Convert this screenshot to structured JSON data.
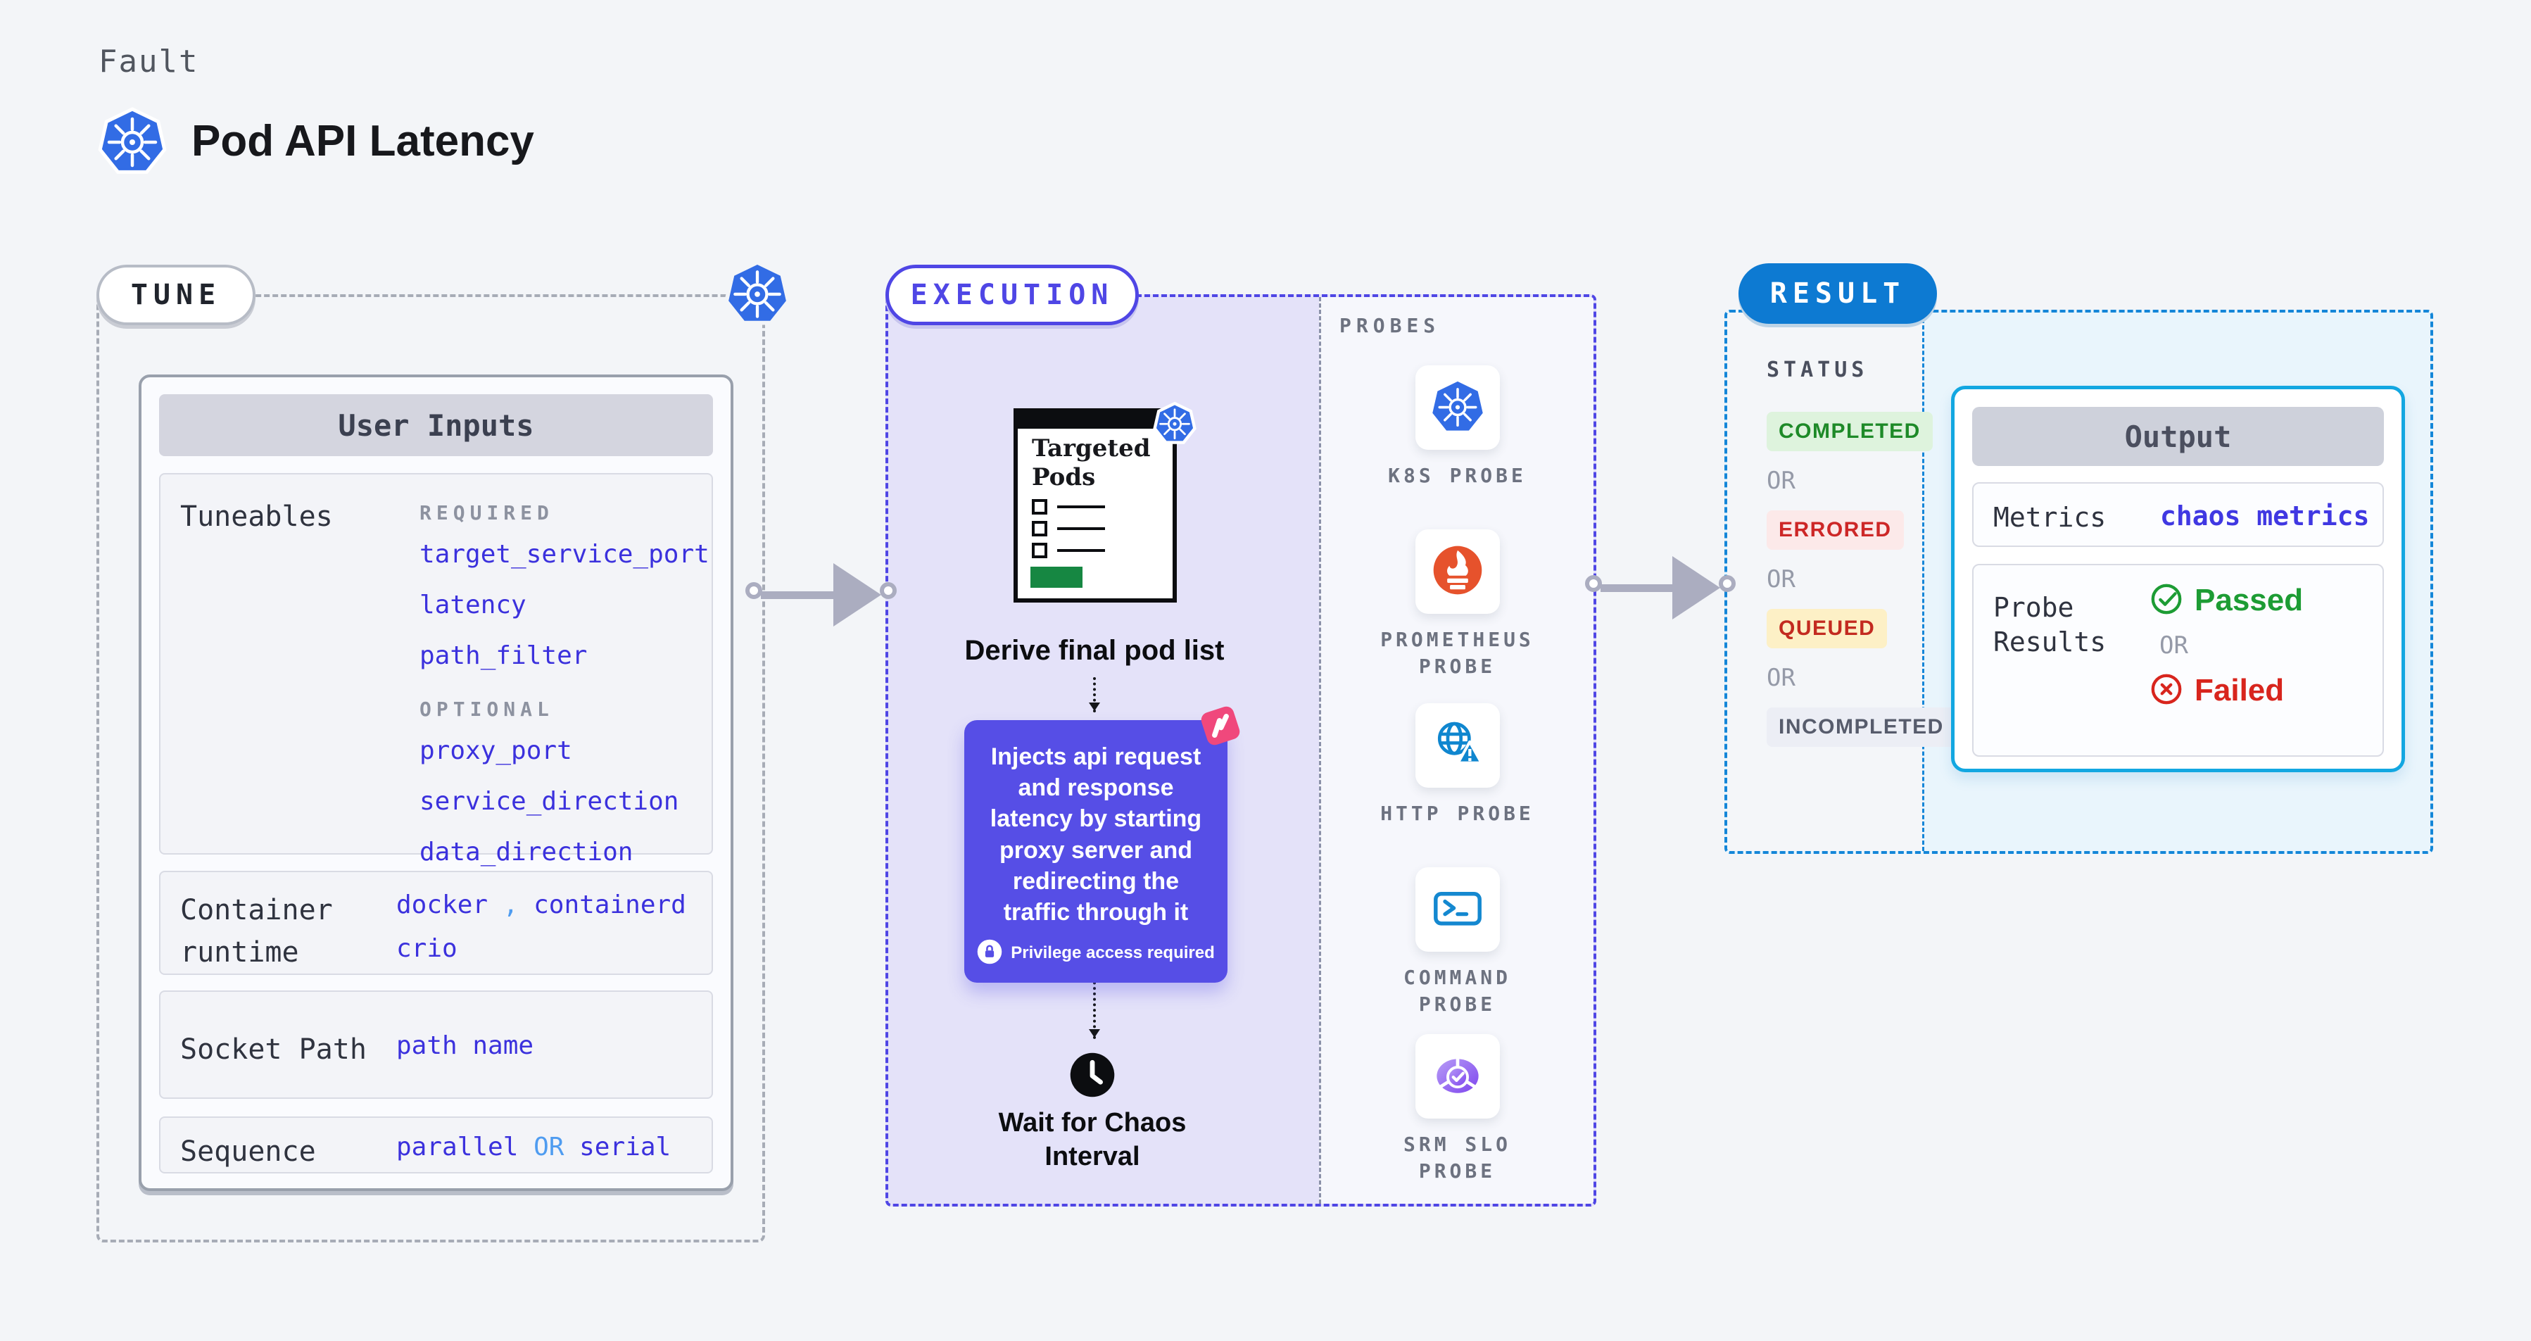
{
  "header": {
    "eyebrow": "Fault",
    "title": "Pod API Latency"
  },
  "tune": {
    "label": "TUNE",
    "user_inputs": {
      "title": "User Inputs",
      "tuneables": {
        "label": "Tuneables",
        "required_label": "REQUIRED",
        "required": [
          "target_service_port",
          "latency",
          "path_filter"
        ],
        "optional_label": "OPTIONAL",
        "optional": [
          "proxy_port",
          "service_direction",
          "data_direction"
        ]
      },
      "container_runtime": {
        "label": "Container runtime",
        "values": [
          "docker",
          "containerd",
          "crio"
        ],
        "separator": ","
      },
      "socket_path": {
        "label": "Socket Path",
        "value": "path name"
      },
      "sequence": {
        "label": "Sequence",
        "value_1": "parallel",
        "or": "OR",
        "value_2": "serial"
      }
    }
  },
  "execution": {
    "label": "EXECUTION",
    "steps": {
      "targeted_pods_title": "Targeted Pods",
      "derive": "Derive final pod list",
      "inject_text": "Injects api request and response latency by starting proxy server and redirecting the traffic through it",
      "privilege_note": "Privilege access required",
      "wait": "Wait for Chaos Interval"
    },
    "probes": {
      "label": "PROBES",
      "items": [
        {
          "name": "K8S PROBE",
          "icon": "kubernetes-icon"
        },
        {
          "name": "PROMETHEUS PROBE",
          "icon": "prometheus-icon"
        },
        {
          "name": "HTTP PROBE",
          "icon": "globe-warning-icon"
        },
        {
          "name": "COMMAND PROBE",
          "icon": "terminal-icon"
        },
        {
          "name": "SRM SLO PROBE",
          "icon": "pie-clock-icon"
        }
      ]
    }
  },
  "result": {
    "label": "RESULT",
    "status": {
      "label": "STATUS",
      "or": "OR",
      "badges": [
        {
          "text": "COMPLETED",
          "type": "success"
        },
        {
          "text": "ERRORED",
          "type": "error"
        },
        {
          "text": "QUEUED",
          "type": "warning"
        },
        {
          "text": "INCOMPLETED",
          "type": "neutral"
        }
      ]
    },
    "output": {
      "title": "Output",
      "metrics_label": "Metrics",
      "metrics_value": "chaos metrics",
      "probe_results_label": "Probe Results",
      "passed": "Passed",
      "or": "OR",
      "failed": "Failed"
    }
  },
  "colors": {
    "page-bg": "#f3f5f8",
    "indigo": "#4f46e5",
    "link-blue": "#3b31dd",
    "light-blue": "#4f9cf0",
    "tune-gray": "#a7acb6",
    "result-blue": "#1486d8",
    "result-bg": "#e9f5fc",
    "lavender": "#e4e2f9",
    "probes-bg": "#f6f7fc",
    "purple-box": "#564ee6",
    "pink": "#f0487c",
    "k8s-blue": "#326ce5",
    "prometheus-orange": "#e6522c",
    "probe-icon-blue": "#0f86cf",
    "success-green": "#1e8a28",
    "success-bg": "#def3dd",
    "error-red": "#cd2727",
    "error-bg": "#fce9e9",
    "warn-bg": "#fdf0c6",
    "neutral-text": "#575c6c",
    "neutral-bg": "#eceef5",
    "passed-green": "#1d9c34",
    "failed-red": "#d8251d",
    "gray-text": "#8d92a0",
    "dark-text": "#17181c",
    "output-border": "#13a7e1"
  }
}
